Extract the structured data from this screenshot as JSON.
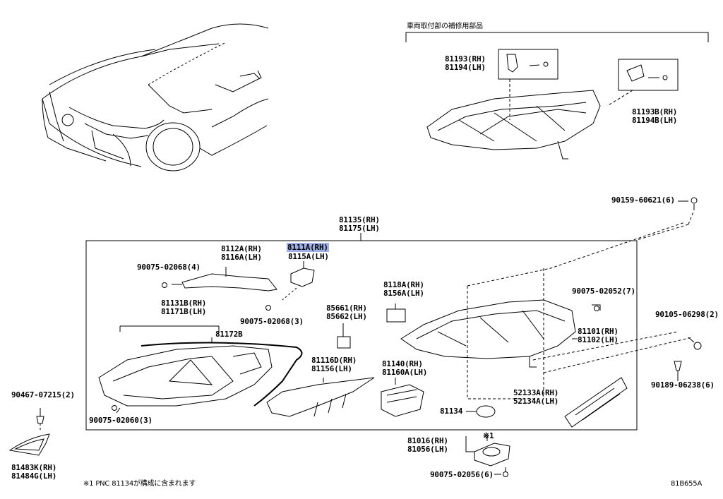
{
  "header": {
    "repair_parts_title": "車両取付部の補修用部品"
  },
  "parts": {
    "p81193": "81193(RH)",
    "p81194": "81194(LH)",
    "p81193B": "81193B(RH)",
    "p81194B": "81194B(LH)",
    "p90159": "90159-60621(6)",
    "p81135": "81135(RH)",
    "p81175": "81175(LH)",
    "p8112A": "8112A(RH)",
    "p8116A": "8116A(LH)",
    "p8111A": "8111A(RH)",
    "p8115A": "8115A(LH)",
    "p90075_02068_4": "90075-02068(4)",
    "p90075_02068_3": "90075-02068(3)",
    "p81131B": "81131B(RH)",
    "p81171B": "81171B(LH)",
    "p81172B": "81172B",
    "p8118A": "8118A(RH)",
    "p8156A": "8156A(LH)",
    "p85661": "85661(RH)",
    "p85662": "85662(LH)",
    "p90075_02052": "90075-02052(7)",
    "p81101": "81101(RH)",
    "p81102": "81102(LH)",
    "p90105": "90105-06298(2)",
    "p81116D": "81116D(RH)",
    "p81156": "81156(LH)",
    "p81140": "81140(RH)",
    "p81160A": "81160A(LH)",
    "p90189": "90189-06238(6)",
    "p52133A": "52133A(RH)",
    "p52134A": "52134A(LH)",
    "p81134": "81134",
    "p90467": "90467-07215(2)",
    "p90075_02060": "90075-02060(3)",
    "p81483K": "81483K(RH)",
    "p81484G": "81484G(LH)",
    "note_mark": "※1",
    "p81016": "81016(RH)",
    "p81056": "81056(LH)",
    "p90075_02056": "90075-02056(6)"
  },
  "footer": {
    "note": "※1 PNC 81134が構成に含まれます",
    "diagram_code": "81B655A"
  },
  "highlight_color": "#9fb0e6"
}
